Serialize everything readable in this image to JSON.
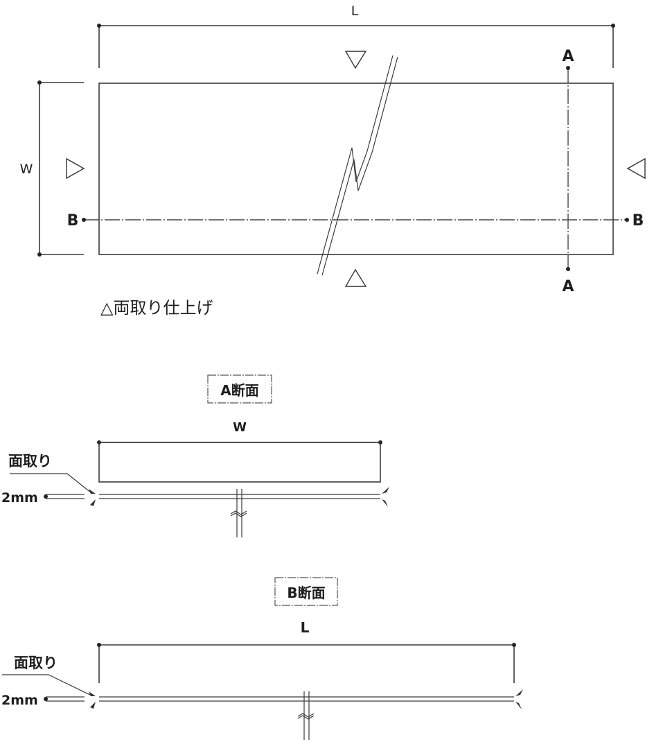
{
  "plan_view": {
    "length_label": "L",
    "width_label": "W",
    "section_a_label": "A",
    "section_b_label": "B",
    "finish_markers": [
      "triangle-down-icon",
      "triangle-right-icon",
      "triangle-left-icon",
      "triangle-up-icon"
    ],
    "legend_text": "△両取り仕上げ"
  },
  "section_a": {
    "title": "A断面",
    "dimension_label": "W",
    "chamfer_label": "面取り",
    "thickness_label": "2mm"
  },
  "section_b": {
    "title": "B断面",
    "dimension_label": "L",
    "chamfer_label": "面取り",
    "thickness_label": "2mm"
  }
}
